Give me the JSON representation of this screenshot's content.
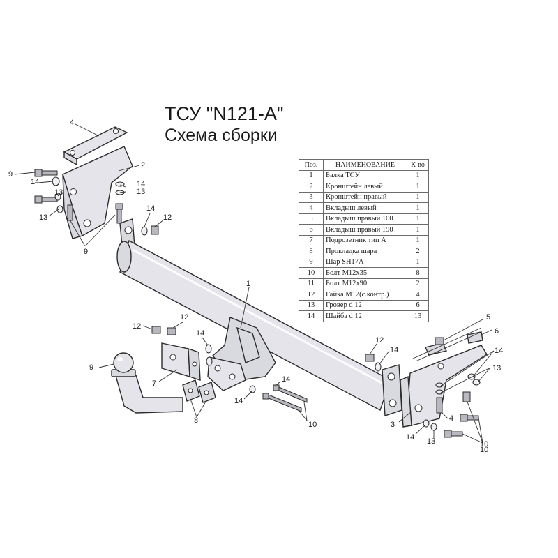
{
  "title": {
    "line1": "ТСУ \"N121-A\"",
    "line2": "Схема сборки"
  },
  "table": {
    "headers": [
      "Поз.",
      "НАИМЕНОВАНИЕ",
      "К-во"
    ],
    "rows": [
      {
        "pos": "1",
        "name": "Балка ТСУ",
        "qty": "1"
      },
      {
        "pos": "2",
        "name": "Кронштейн левый",
        "qty": "1"
      },
      {
        "pos": "3",
        "name": "Кронштейн правый",
        "qty": "1"
      },
      {
        "pos": "4",
        "name": "Вкладыш левый",
        "qty": "1"
      },
      {
        "pos": "5",
        "name": "Вкладыш правый 100",
        "qty": "1"
      },
      {
        "pos": "6",
        "name": "Вкладыш правый 190",
        "qty": "1"
      },
      {
        "pos": "7",
        "name": "Подрозетник тип А",
        "qty": "1"
      },
      {
        "pos": "8",
        "name": "Прокладка шара",
        "qty": "2"
      },
      {
        "pos": "9",
        "name": "Шар SH17A",
        "qty": "1"
      },
      {
        "pos": "10",
        "name": "Болт М12х35",
        "qty": "8"
      },
      {
        "pos": "11",
        "name": "Болт М12х90",
        "qty": "2"
      },
      {
        "pos": "12",
        "name": "Гайка М12(с.контр.)",
        "qty": "4"
      },
      {
        "pos": "13",
        "name": "Гровер d 12",
        "qty": "6"
      },
      {
        "pos": "14",
        "name": "Шайба d 12",
        "qty": "13"
      }
    ]
  },
  "callouts": {
    "c4": "4",
    "c2": "2",
    "c9a": "9",
    "c14a": "14",
    "c13a": "13",
    "c14b": "14",
    "c13b": "13",
    "c13c": "13",
    "c9b": "9",
    "c14c": "14",
    "c12a": "12",
    "c1": "1",
    "c12b": "12",
    "c12c": "12",
    "c14d": "14",
    "c9c": "9",
    "c7": "7",
    "c8": "8",
    "c14e": "14",
    "c14f": "14",
    "c10a": "10",
    "c12d": "12",
    "c14g": "14",
    "c5": "5",
    "c6": "6",
    "c14h": "14",
    "c13d": "13",
    "c3": "3",
    "c4b": "4",
    "c14i": "14",
    "c13e": "13",
    "c10b": "10",
    "c10c": "10"
  },
  "colors": {
    "line": "#2b2b2b",
    "metal": "#e4e4ea",
    "background": "#ffffff"
  }
}
